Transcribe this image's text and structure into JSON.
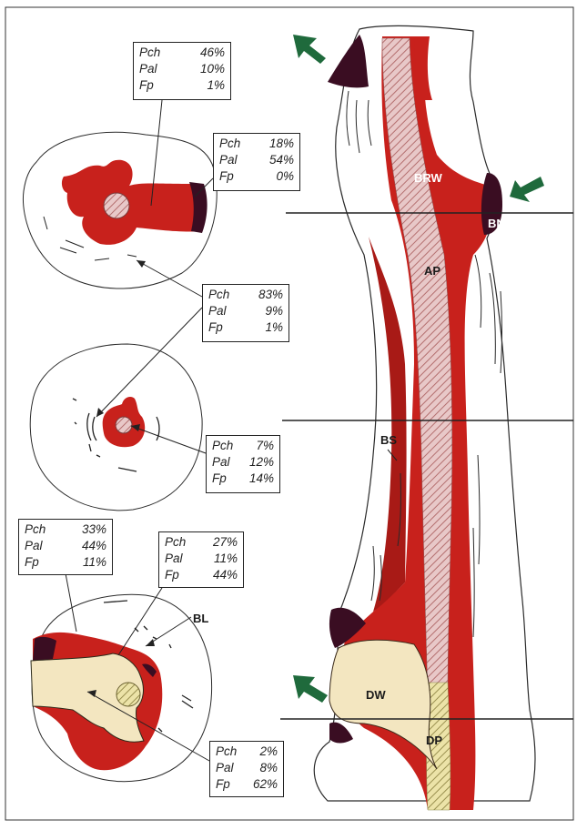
{
  "colors": {
    "red": "#c8211c",
    "dark_red": "#8e1a16",
    "nodule": "#3a0d22",
    "dw_fill": "#f3e6c0",
    "hatch": "#d9a9a9",
    "arrow_green": "#1f6a3c"
  },
  "labels": {
    "brw": "BRW",
    "bn": "BN",
    "ap": "AP",
    "bs": "BS",
    "dw": "DW",
    "dp": "DP",
    "bl": "BL"
  },
  "boxes": [
    {
      "rows": [
        {
          "k": "Pch",
          "v": "46%"
        },
        {
          "k": "Pal",
          "v": "10%"
        },
        {
          "k": "Fp",
          "v": "1%"
        }
      ]
    },
    {
      "rows": [
        {
          "k": "Pch",
          "v": "18%"
        },
        {
          "k": "Pal",
          "v": "54%"
        },
        {
          "k": "Fp",
          "v": "0%"
        }
      ]
    },
    {
      "rows": [
        {
          "k": "Pch",
          "v": "83%"
        },
        {
          "k": "Pal",
          "v": "9%"
        },
        {
          "k": "Fp",
          "v": "1%"
        }
      ]
    },
    {
      "rows": [
        {
          "k": "Pch",
          "v": "7%"
        },
        {
          "k": "Pal",
          "v": "12%"
        },
        {
          "k": "Fp",
          "v": "14%"
        }
      ]
    },
    {
      "rows": [
        {
          "k": "Pch",
          "v": "33%"
        },
        {
          "k": "Pal",
          "v": "44%"
        },
        {
          "k": "Fp",
          "v": "11%"
        }
      ]
    },
    {
      "rows": [
        {
          "k": "Pch",
          "v": "27%"
        },
        {
          "k": "Pal",
          "v": "11%"
        },
        {
          "k": "Fp",
          "v": "44%"
        }
      ]
    },
    {
      "rows": [
        {
          "k": "Pch",
          "v": "2%"
        },
        {
          "k": "Pal",
          "v": "8%"
        },
        {
          "k": "Fp",
          "v": "62%"
        }
      ]
    }
  ]
}
